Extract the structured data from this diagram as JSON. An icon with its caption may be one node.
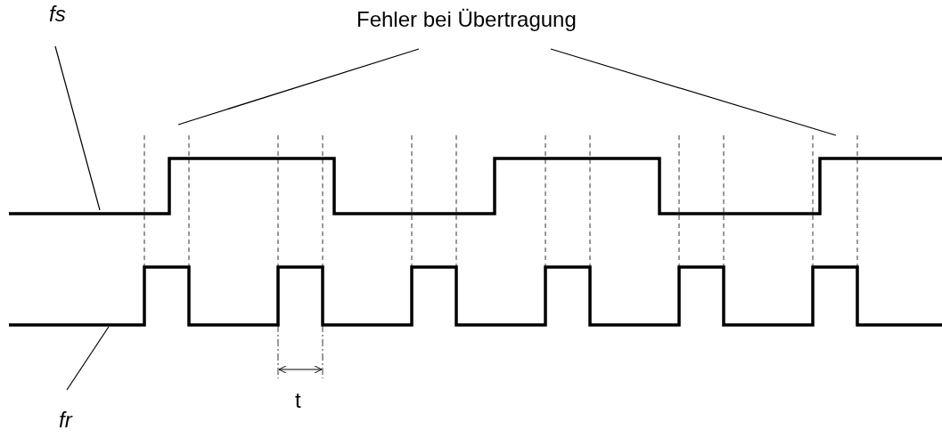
{
  "diagram": {
    "nodes": [
      {
        "text": [
          "fs"
        ]
      },
      {
        "text": [],
        "shape": "waveform"
      },
      {
        "text": [
          "fr"
        ]
      },
      {
        "text": [],
        "shape": "waveform"
      },
      {
        "text": [
          "Fehler bei Übertragung"
        ]
      }
    ],
    "edges": [
      {
        "from": 0,
        "to": 1,
        "arrow": "none"
      },
      {
        "from": 2,
        "to": 3,
        "arrow": "none"
      },
      {
        "from": 4,
        "to": 1,
        "arrow": "none"
      },
      {
        "from": 4,
        "to": 1,
        "arrow": "none"
      }
    ],
    "labels": [
      "t"
    ]
  }
}
